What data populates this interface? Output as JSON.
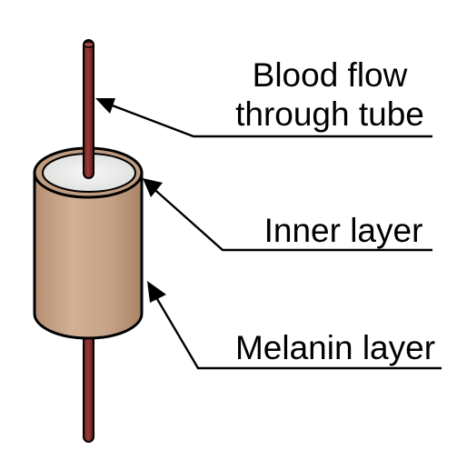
{
  "diagram": {
    "labels": {
      "blood_flow_line1": "Blood flow",
      "blood_flow_line2": "through tube",
      "inner_layer": "Inner layer",
      "melanin_layer": "Melanin layer"
    },
    "colors": {
      "tube": "#8a2f2f",
      "melanin": "#c8a488",
      "inner": "#eceeec",
      "outline": "#000000"
    }
  }
}
